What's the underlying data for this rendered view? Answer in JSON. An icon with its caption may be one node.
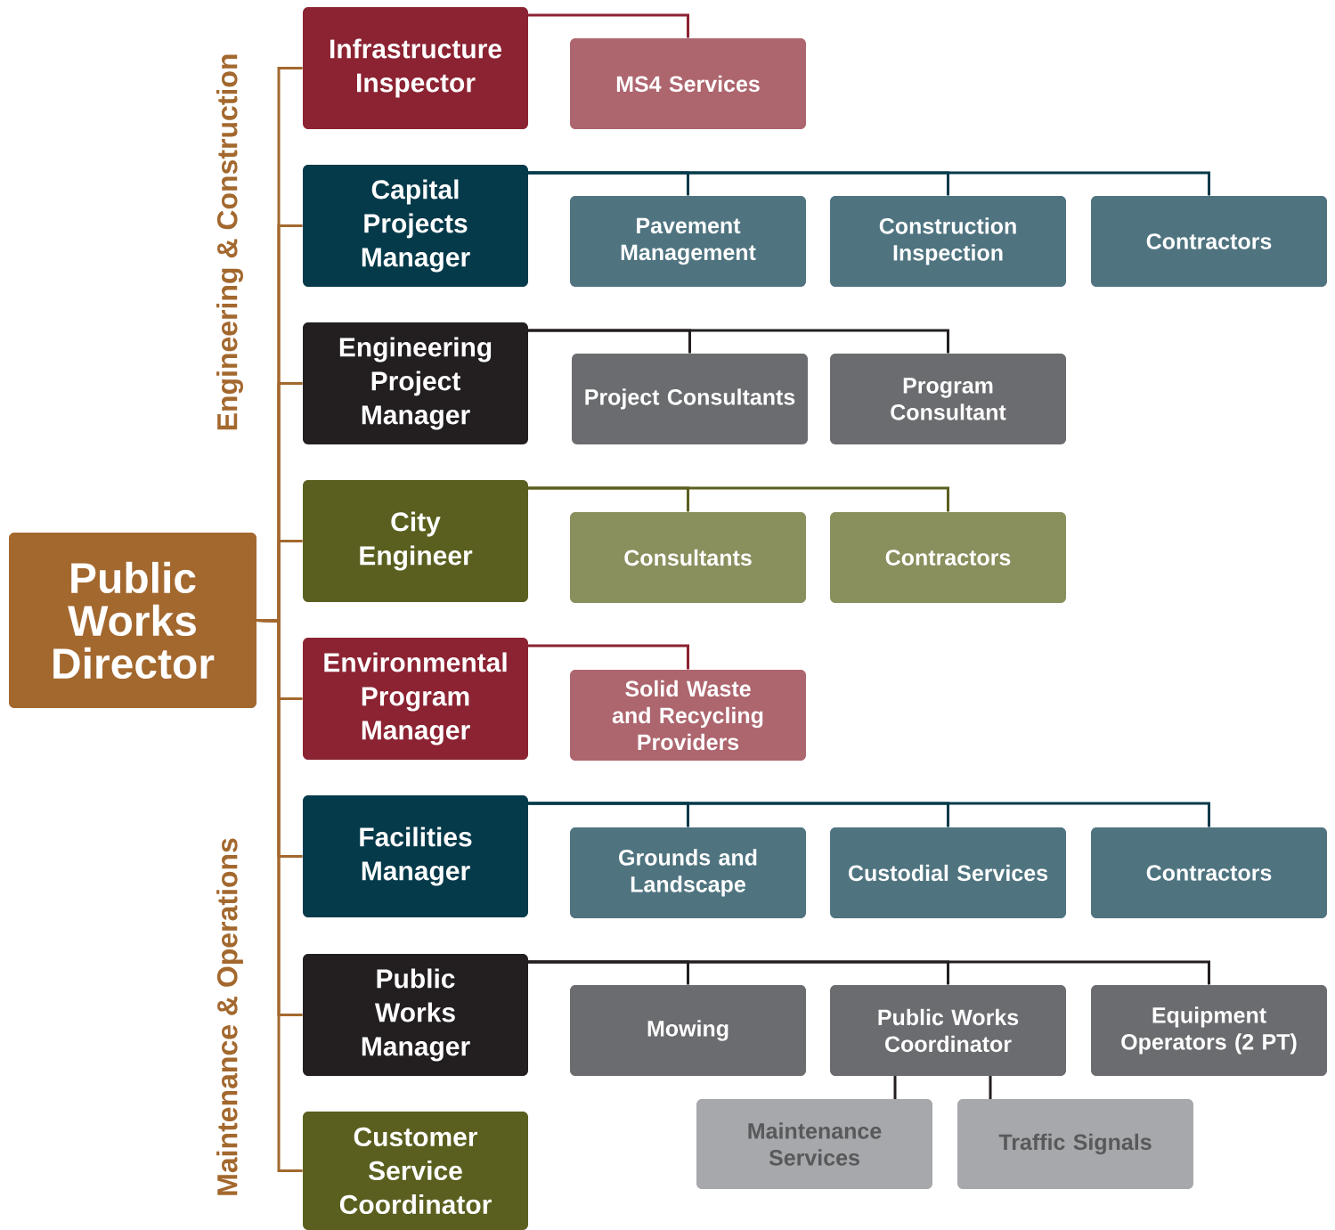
{
  "diagram": {
    "nodes": [
      {
        "text": [
          "Public Works Director"
        ]
      },
      {
        "text": [
          "Infrastructure Inspector"
        ]
      },
      {
        "text": [
          "Capital Projects Manager"
        ]
      },
      {
        "text": [
          "Engineering Project Manager"
        ]
      },
      {
        "text": [
          "City Engineer"
        ]
      },
      {
        "text": [
          "Environmental Program Manager"
        ]
      },
      {
        "text": [
          "Facilities Manager"
        ]
      },
      {
        "text": [
          "Public Works Manager"
        ]
      },
      {
        "text": [
          "Customer Service Coordinator"
        ]
      },
      {
        "text": [
          "MS4 Services"
        ]
      },
      {
        "text": [
          "Pavement Management"
        ]
      },
      {
        "text": [
          "Construction Inspection"
        ]
      },
      {
        "text": [
          "Contractors"
        ]
      },
      {
        "text": [
          "Project Consultants"
        ]
      },
      {
        "text": [
          "Program Consultant"
        ]
      },
      {
        "text": [
          "Consultants"
        ]
      },
      {
        "text": [
          "Contractors"
        ]
      },
      {
        "text": [
          "Solid Waste and Recycling Providers"
        ]
      },
      {
        "text": [
          "Grounds and Landscape"
        ]
      },
      {
        "text": [
          "Custodial Services"
        ]
      },
      {
        "text": [
          "Contractors"
        ]
      },
      {
        "text": [
          "Mowing"
        ]
      },
      {
        "text": [
          "Public Works Coordinator"
        ]
      },
      {
        "text": [
          "Equipment Operators (2 PT)"
        ]
      },
      {
        "text": [
          "Maintenance Services"
        ]
      },
      {
        "text": [
          "Traffic Signals"
        ]
      }
    ],
    "edges": [
      {
        "from": 0,
        "to": 1,
        "arrow": "none"
      },
      {
        "from": 0,
        "to": 2,
        "arrow": "none"
      },
      {
        "from": 0,
        "to": 3,
        "arrow": "none"
      },
      {
        "from": 0,
        "to": 4,
        "arrow": "none"
      },
      {
        "from": 0,
        "to": 5,
        "arrow": "none"
      },
      {
        "from": 0,
        "to": 6,
        "arrow": "none"
      },
      {
        "from": 0,
        "to": 7,
        "arrow": "none"
      },
      {
        "from": 0,
        "to": 8,
        "arrow": "none"
      },
      {
        "from": 1,
        "to": 9,
        "arrow": "none",
        "color": "#8b2332"
      },
      {
        "from": 2,
        "to": 10,
        "arrow": "none",
        "color": "#053a4a"
      },
      {
        "from": 2,
        "to": 11,
        "arrow": "none",
        "color": "#053a4a"
      },
      {
        "from": 2,
        "to": 12,
        "arrow": "none",
        "color": "#053a4a"
      },
      {
        "from": 3,
        "to": 13,
        "arrow": "none",
        "color": "#231f20"
      },
      {
        "from": 3,
        "to": 14,
        "arrow": "none",
        "color": "#231f20"
      },
      {
        "from": 4,
        "to": 15,
        "arrow": "none",
        "color": "#5a5f1f"
      },
      {
        "from": 4,
        "to": 16,
        "arrow": "none",
        "color": "#5a5f1f"
      },
      {
        "from": 5,
        "to": 17,
        "arrow": "none",
        "color": "#8b2332"
      },
      {
        "from": 6,
        "to": 18,
        "arrow": "none",
        "color": "#053a4a"
      },
      {
        "from": 6,
        "to": 19,
        "arrow": "none",
        "color": "#053a4a"
      },
      {
        "from": 6,
        "to": 20,
        "arrow": "none",
        "color": "#053a4a"
      },
      {
        "from": 7,
        "to": 21,
        "arrow": "none",
        "color": "#231f20"
      },
      {
        "from": 7,
        "to": 22,
        "arrow": "none",
        "color": "#231f20"
      },
      {
        "from": 7,
        "to": 23,
        "arrow": "none",
        "color": "#231f20"
      },
      {
        "from": 22,
        "to": 24,
        "arrow": "none",
        "color": "#231f20"
      },
      {
        "from": 22,
        "to": 25,
        "arrow": "none",
        "color": "#231f20"
      }
    ],
    "labels": [
      "Engineering & Construction",
      "Maintenance & Operations"
    ]
  }
}
